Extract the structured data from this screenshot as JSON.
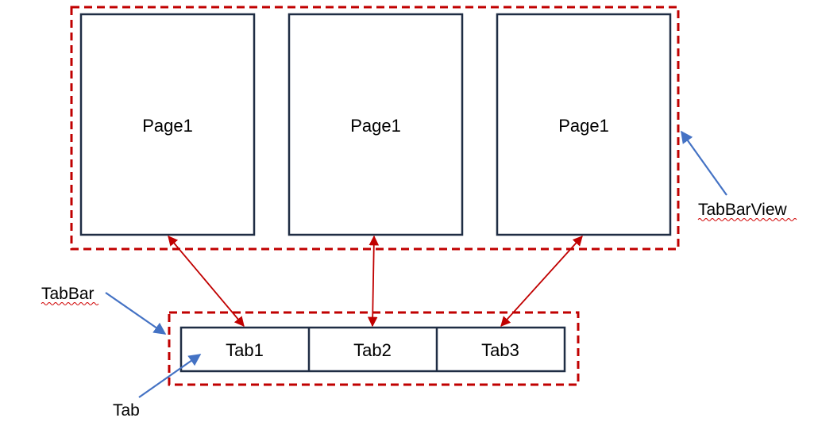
{
  "pages": [
    {
      "label": "Page1"
    },
    {
      "label": "Page1"
    },
    {
      "label": "Page1"
    }
  ],
  "tabs": [
    {
      "label": "Tab1"
    },
    {
      "label": "Tab2"
    },
    {
      "label": "Tab3"
    }
  ],
  "labels": {
    "tab_bar_view": "TabBarView",
    "tab_bar": "TabBar",
    "tab": "Tab"
  },
  "colors": {
    "group_outline": "#c00000",
    "box_stroke": "#1f2d44",
    "connector": "#c00000",
    "pointer_arrow": "#4472c4",
    "spellcheck_underline": "#d00000"
  }
}
